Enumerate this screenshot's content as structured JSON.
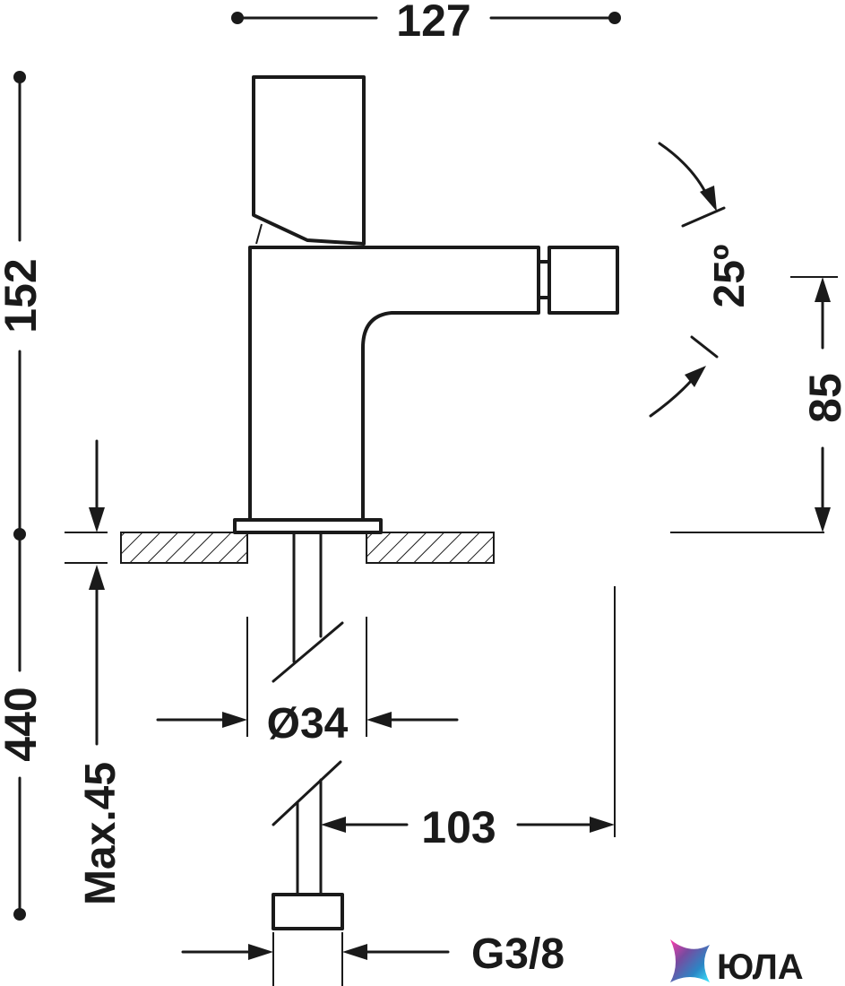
{
  "dimensions": {
    "overall_width": "127",
    "overall_height": "152",
    "spout_height": "85",
    "lever_angle": "25º",
    "below_deck_length": "440",
    "max_deck_thickness": "Max.45",
    "hole_diameter": "Ø34",
    "spout_reach": "103",
    "connection_thread": "G3/8"
  },
  "watermark": {
    "text": "ЮЛА",
    "gradient": [
      "#ff3cac",
      "#784ba0",
      "#2b86c5",
      "#3be8ff"
    ]
  },
  "colors": {
    "line": "#1a1a1a",
    "background": "#ffffff"
  }
}
